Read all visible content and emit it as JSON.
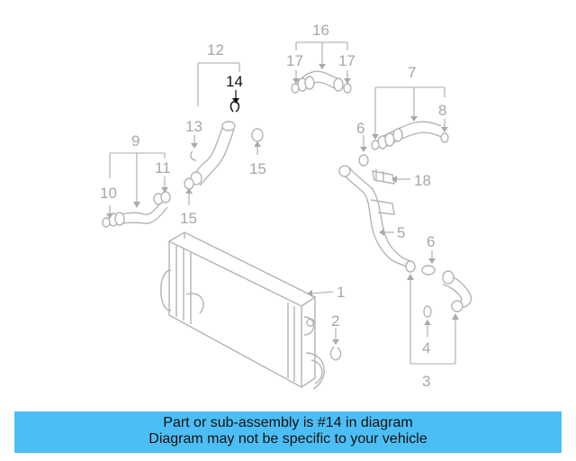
{
  "callouts": {
    "c1": "1",
    "c2": "2",
    "c3": "3",
    "c4": "4",
    "c5": "5",
    "c6a": "6",
    "c6b": "6",
    "c7": "7",
    "c8": "8",
    "c9": "9",
    "c10": "10",
    "c11": "11",
    "c12": "12",
    "c13": "13",
    "c14": "14",
    "c15a": "15",
    "c15b": "15",
    "c16": "16",
    "c17a": "17",
    "c17b": "17",
    "c18": "18"
  },
  "highlighted_part": "14",
  "colors": {
    "banner": "#4dbef5",
    "part_lines": "#b4b4b4",
    "highlight": "#111111"
  },
  "banner": {
    "line1": "Part or sub-assembly is #14 in diagram",
    "line2": "Diagram may not be specific to your vehicle"
  }
}
